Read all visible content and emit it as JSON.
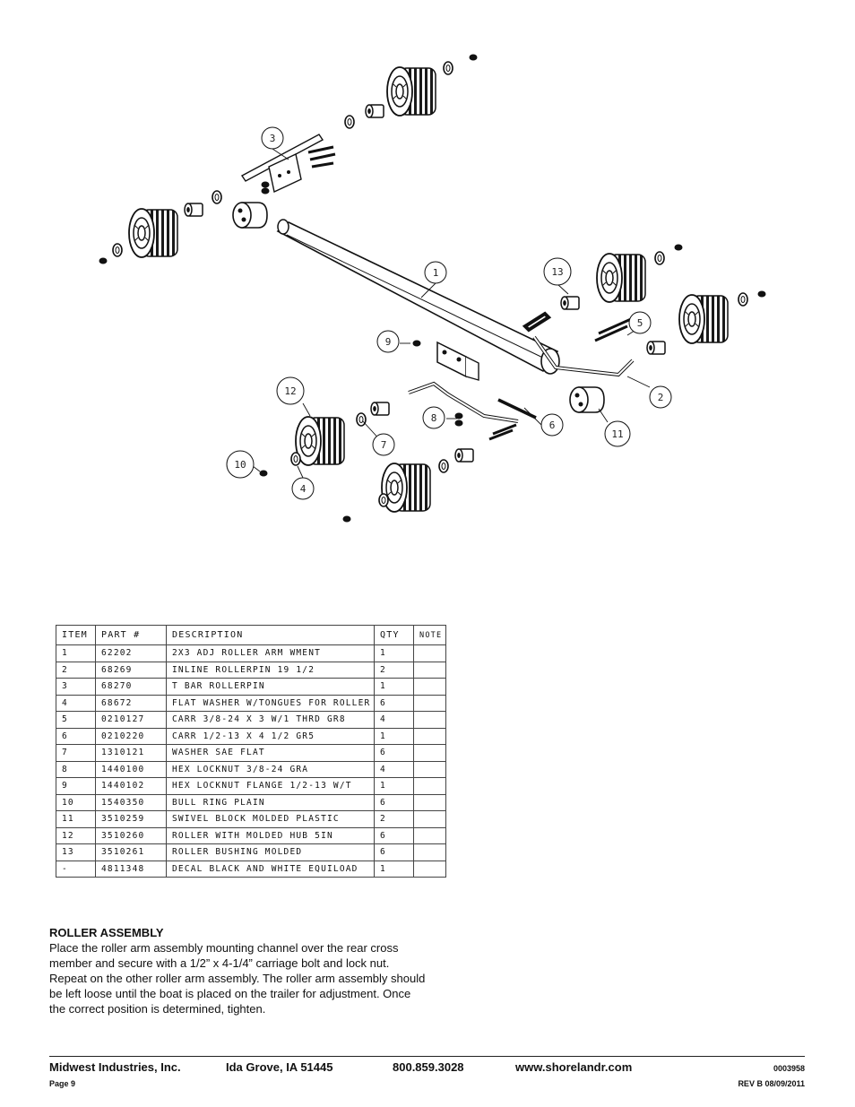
{
  "callouts": [
    "1",
    "2",
    "3",
    "4",
    "5",
    "6",
    "7",
    "8",
    "9",
    "10",
    "11",
    "12",
    "13"
  ],
  "parts_table": {
    "headers": [
      "ITEM",
      "PART #",
      "DESCRIPTION",
      "QTY",
      "NOTE"
    ],
    "rows": [
      [
        "1",
        "62202",
        "2X3 ADJ ROLLER ARM WMENT",
        "1",
        ""
      ],
      [
        "2",
        "68269",
        "INLINE ROLLERPIN 19 1/2",
        "2",
        ""
      ],
      [
        "3",
        "68270",
        "T BAR ROLLERPIN",
        "1",
        ""
      ],
      [
        "4",
        "68672",
        "FLAT WASHER W/TONGUES FOR ROLLER",
        "6",
        ""
      ],
      [
        "5",
        "0210127",
        "CARR 3/8-24 X 3 W/1 THRD GR8",
        "4",
        ""
      ],
      [
        "6",
        "0210220",
        "CARR 1/2-13 X 4 1/2 GR5",
        "1",
        ""
      ],
      [
        "7",
        "1310121",
        "WASHER SAE FLAT",
        "6",
        ""
      ],
      [
        "8",
        "1440100",
        "HEX LOCKNUT 3/8-24 GRA",
        "4",
        ""
      ],
      [
        "9",
        "1440102",
        "HEX LOCKNUT FLANGE 1/2-13 W/T",
        "1",
        ""
      ],
      [
        "10",
        "1540350",
        "BULL RING PLAIN",
        "6",
        ""
      ],
      [
        "11",
        "3510259",
        "SWIVEL BLOCK MOLDED PLASTIC",
        "2",
        ""
      ],
      [
        "12",
        "3510260",
        "ROLLER WITH MOLDED HUB  5IN",
        "6",
        ""
      ],
      [
        "13",
        "3510261",
        "ROLLER BUSHING MOLDED",
        "6",
        ""
      ],
      [
        "-",
        "4811348",
        "DECAL BLACK AND WHITE EQUILOAD",
        "1",
        ""
      ]
    ]
  },
  "instructions": {
    "title": "ROLLER ASSEMBLY",
    "body": "Place the roller arm assembly mounting channel over the rear cross member and secure with a 1/2” x 4-1/4” carriage bolt and lock nut. Repeat on the other roller arm assembly. The roller arm assembly should be left loose until the boat is placed on the trailer for adjustment. Once the correct position is determined, tighten."
  },
  "footer": {
    "company": "Midwest Industries, Inc.",
    "city": "Ida Grove, IA  51445",
    "phone": "800.859.3028",
    "website": "www.shorelandr.com",
    "doc_number": "0003958",
    "page": "Page 9",
    "revision": "REV B 08/09/2011"
  }
}
